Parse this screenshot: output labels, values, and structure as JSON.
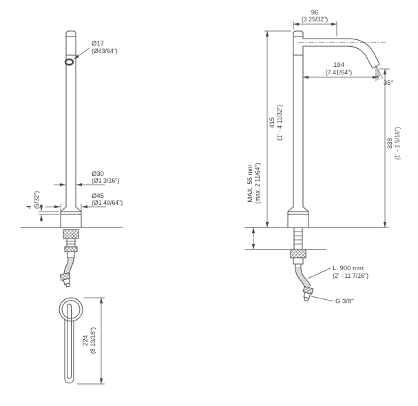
{
  "colors": {
    "line": "#4a4a4a",
    "text": "#3a3a3a",
    "background": "#ffffff"
  },
  "front_view": {
    "spout_diameter_mm": "Ø17",
    "spout_diameter_in": "(Ø43/64\")",
    "body_diameter_mm": "Ø30",
    "body_diameter_in": "(Ø1 3/16\")",
    "base_diameter_mm": "Ø45",
    "base_diameter_in": "(Ø1 49/64\")",
    "base_height_mm": "4",
    "base_height_in": "(5/32\")"
  },
  "side_view": {
    "spout_top_mm": "96",
    "spout_top_in": "(3 25/32\")",
    "spout_reach_mm": "194",
    "spout_reach_in": "(7 41/64\")",
    "spout_angle": "35°",
    "total_height_mm": "415",
    "total_height_in": "(1' - 4 11/32\")",
    "spout_height_mm": "338",
    "spout_height_in": "(1' - 1 5/16\")",
    "max_deck_mm": "MAX. 55 mm",
    "max_deck_in": "(max. 2 11/64\")",
    "hose_length_mm": "L. 900 mm",
    "hose_length_in": "(2' - 11 7/16\")",
    "thread": "G 3/8\""
  },
  "plan_view": {
    "handle_length_mm": "224",
    "handle_length_in": "(8 13/16\")"
  }
}
